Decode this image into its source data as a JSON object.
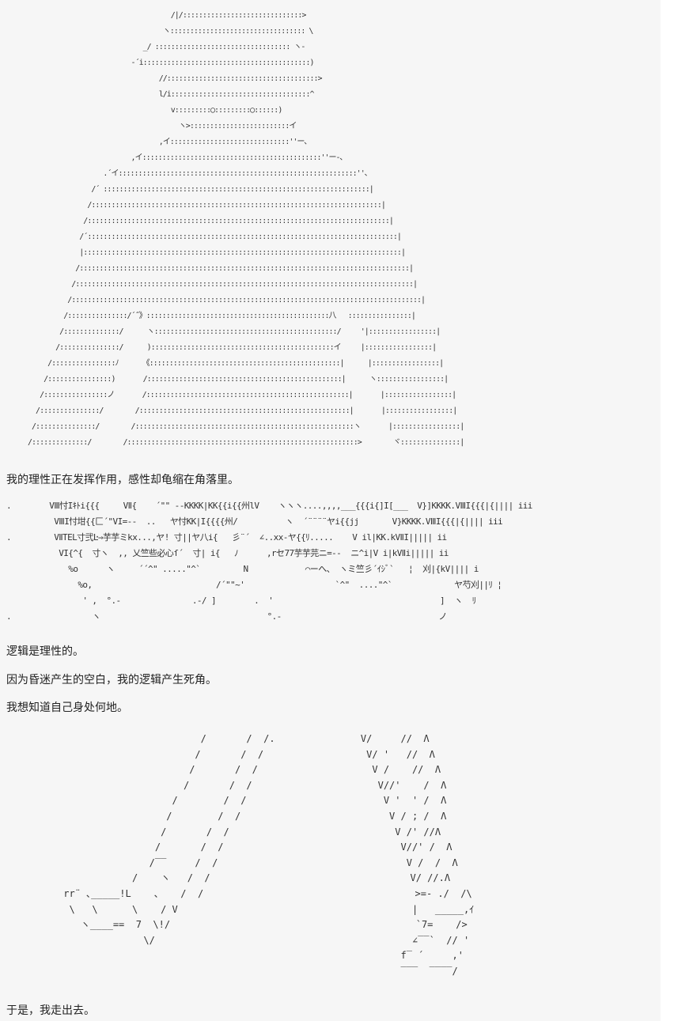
{
  "paragraphs": [
    "我的理性正在发挥作用，感性却龟缩在角落里。",
    "逻辑是理性的。",
    "因为昏迷产生的空白，我的逻辑产生死角。",
    "我想知道自己身处何地。",
    "于是，我走出去。"
  ],
  "aa1": {
    "lines": [
      "                                     /|/::::::::::::::::::::::::::::::>",
      "                                   ヽ:::::::::::::::::::::::::::::::::: \\",
      "                              _/ :::::::::::::::::::::::::::::::::: ヽ‐",
      "                           ‐´i::::::::::::::::::::::::::::::::::::::::::)",
      "                                  //::::::::::::::::::::::::::::::::::::::>",
      "                                  l/i:::::::::::::::::::::::::::::::::::^",
      "                                     v:::::::::◯:::::::::◯::::::)",
      "                                       ヽ>:::::::::::::::::::::::::イ",
      "                                  ,イ::::::::::::::::::::::::::::::''ー､",
      "                           ,イ:::::::::::::::::::::::::::::::::::::::::::::''ー-､",
      "                    .´イ::::::::::::::::::::::::::::::::::::::::::::::::::::::::::::''､",
      "                 /´ :::::::::::::::::::::::::::::::::::::::::::::::::::::::::::::::::::|",
      "                /:::::::::::::::::::::::::::::::::::::::::::::::::::::::::::::::::::::::::|",
      "               /::::::::::::::::::::::::::::::::::::::::::::::::::::::::::::::::::::::::::::|",
      "              /´::::::::::::::::::::::::::::::::::::::::::::::::::::::::::::::::::::::::::::::|",
      "              |::::::::::::::::::::::::::::::::::::::::::::::::::::::::::::::::::::::::::::::::|",
      "             /:::::::::::::::::::::::::::::::::::::::::::::::::::::::::::::::::::::::::::::::::::|",
      "            /:::::::::::::::::::::::::::::::::::::::::::::::::::::::::::::::::::::::::::::::::::::|",
      "           /::::::::::::::::::::::::::::::::::::::::::::::::::::::::::::::::::::::::::::::::::::::::|",
      "          /:::::::::::::::/´˝》::::::::::::::::::::::::::::::::::::::::::::::八   ::::::::::::::::|",
      "         /::::::::::::::/      ヽ::::::::::::::::::::::::::::::::::::::::::::::/     '|:::::::::::::::::|",
      "        /:::::::::::::::/      )::::::::::::::::::::::::::::::::::::::::::::::イ     |:::::::::::::::::|",
      "      /::::::::::::::::ﾉ      《::::::::::::::::::::::::::::::::::::::::::::::::|      |:::::::::::::::::|",
      "     /::::::::::::::::)       /:::::::::::::::::::::::::::::::::::::::::::::::::|      ヽ:::::::::::::::::|",
      "    /::::::::::::::::ノ       /:::::::::::::::::::::::::::::::::::::::::::::::::::|       |:::::::::::::::::|",
      "   /:::::::::::::::/        /:::::::::::::::::::::::::::::::::::::::::::::::::::::|       |:::::::::::::::::|",
      "  /:::::::::::::::/        /:::::::::::::::::::::::::::::::::::::::::::::::::::::::ヽ       |:::::::::::::::::|",
      " /::::::::::::::/        /::::::::::::::::::::::::::::::::::::::::::::::::::::::::::>        ヾ:::::::::::::::|"
    ]
  },
  "aa2": {
    "lines": [
      ".        VⅢ忖Iｷﾄi{{{     VⅡ{    ´\"\" --KKKK|KK{{i{{州lV    ヽヽヽ....,,,,___{{{i{]I[___  V}]KKKK.VⅢI{{{|{|||| iii",
      "          VⅢI忖坩{{匚´\"VI=--  ..   ヤ忖KK|I{{{{州/          ヽ  ´¨¨¨¨ヤi{{jj       V}KKKK.VⅢI{{{|{|||| iii",
      ".         VⅡTEL寸弐Ŀ⇒芋芋ミkx...,ヤ! 寸||ヤ八i{   彡¨´  ∠..xx-ヤ{{ﾘ.....    V il|KK.kVⅡI||||| ii",
      "           VI{^{  寸ヽ  ,, 乂竺些必心ſ´  寸| i{   ﾉ      ,rセ77芋芋芫ニ=--  ニ^i|V i|kVⅡi||||| ii",
      "             %o      ヽ     ´´^\" .....\"^`         N            ⌒ーへ、 ヽミ竺彡´ｲｼﾞ`   ¦  刈|{kV|||| i",
      "               %o,                          /´\"\"~'                   `^\"  ....\"^`             ヤ芍刈||ﾘ ¦",
      "                ' ,  °.-               .-/ ]        .  '                                   ]  ヽ  ﾘ",
      ".                 ヽ                                   °.-                                 ノ"
    ]
  },
  "aa3": {
    "lines": [
      "                                  /       /  /.               V/     //  Λ",
      "                                 /       /  /                  V/ '   //  Λ",
      "                                /       /  /                    V /    //  Λ",
      "                               /       /  /                      V//'    /  Λ",
      "                             /        /  /                        V '  ' /  Λ",
      "                            /        /  /                          V / ; /  Λ",
      "                           /       /  /                             V /' //Λ",
      "                          /       /  /                               V//' /  Λ",
      "                         /‾‾     /  /                                 V /  /  Λ",
      "                      /    ヽ   /  /                                   V/ //.Λ",
      "          rr¨ ､_____!L    、   /  /                                     >=- ./  /\\",
      "           \\   \\      \\    / V                                         |   _____,ｲ",
      "             ヽ____==  7  \\!/                                           `7=    />",
      "                        \\/                                             ∠‾‾`  // '",
      "                                                                     f‾ ´     ,'",
      "                                                                     ‾‾‾  ‾‾‾‾/"
    ]
  }
}
